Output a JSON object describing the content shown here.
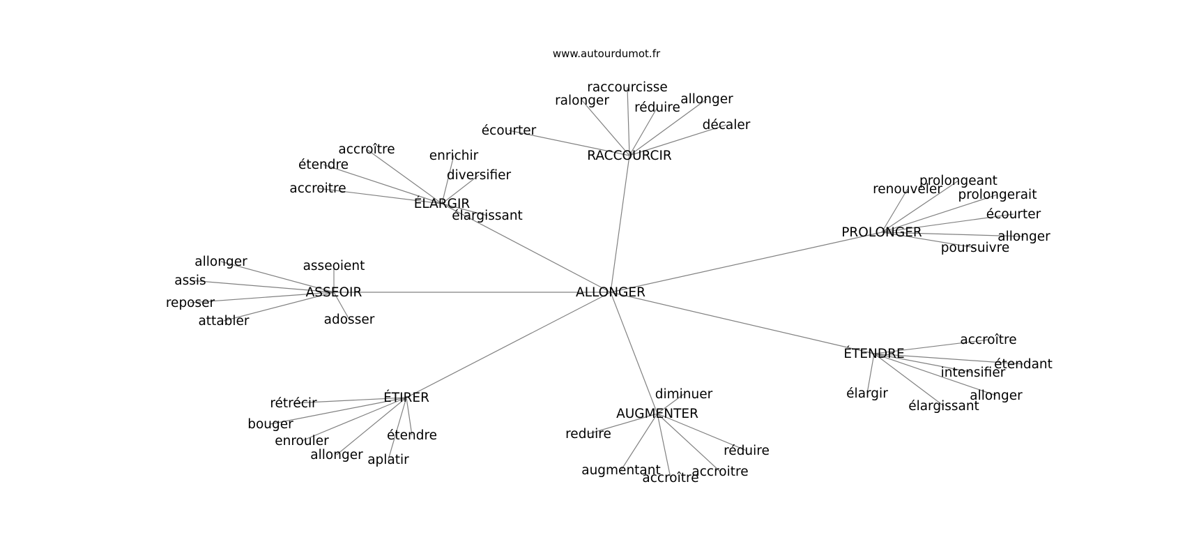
{
  "source": "www.autourdumot.fr",
  "graph": {
    "center": "ALLONGER",
    "clusters": [
      {
        "hub": "RACCOURCIR",
        "words": [
          "raccourcisse",
          "ralonger",
          "réduire",
          "allonger",
          "écourter",
          "décaler"
        ]
      },
      {
        "hub": "ÉLARGIR",
        "words": [
          "accroître",
          "étendre",
          "enrichir",
          "diversifier",
          "accroitre",
          "élargissant"
        ]
      },
      {
        "hub": "PROLONGER",
        "words": [
          "prolongeant",
          "renouveler",
          "prolongerait",
          "écourter",
          "allonger",
          "poursuivre"
        ]
      },
      {
        "hub": "ASSEOIR",
        "words": [
          "allonger",
          "asseoient",
          "assis",
          "reposer",
          "attabler",
          "adosser"
        ]
      },
      {
        "hub": "ÉTENDRE",
        "words": [
          "accroître",
          "étendant",
          "intensifier",
          "élargir",
          "allonger",
          "élargissant"
        ]
      },
      {
        "hub": "ÉTIRER",
        "words": [
          "rétrécir",
          "bouger",
          "enrouler",
          "étendre",
          "allonger",
          "aplatir"
        ]
      },
      {
        "hub": "AUGMENTER",
        "words": [
          "diminuer",
          "reduire",
          "réduire",
          "augmentant",
          "accroitre",
          "accroître"
        ]
      }
    ]
  }
}
